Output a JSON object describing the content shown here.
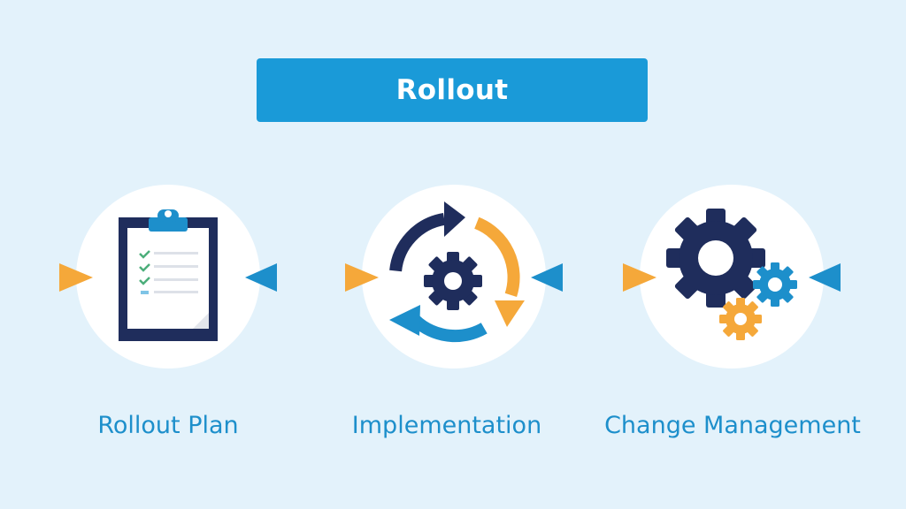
{
  "header": {
    "title": "Rollout"
  },
  "colors": {
    "background": "#e3f2fb",
    "banner": "#1a9ad8",
    "navy": "#1f2d5c",
    "blue": "#1d8fcb",
    "orange": "#f5a83a",
    "label": "#1d8fcb"
  },
  "stages": [
    {
      "label": "Rollout Plan",
      "icon": "clipboard-checklist-icon"
    },
    {
      "label": "Implementation",
      "icon": "cycle-arrows-gear-icon"
    },
    {
      "label": "Change Management",
      "icon": "gears-icon"
    }
  ]
}
